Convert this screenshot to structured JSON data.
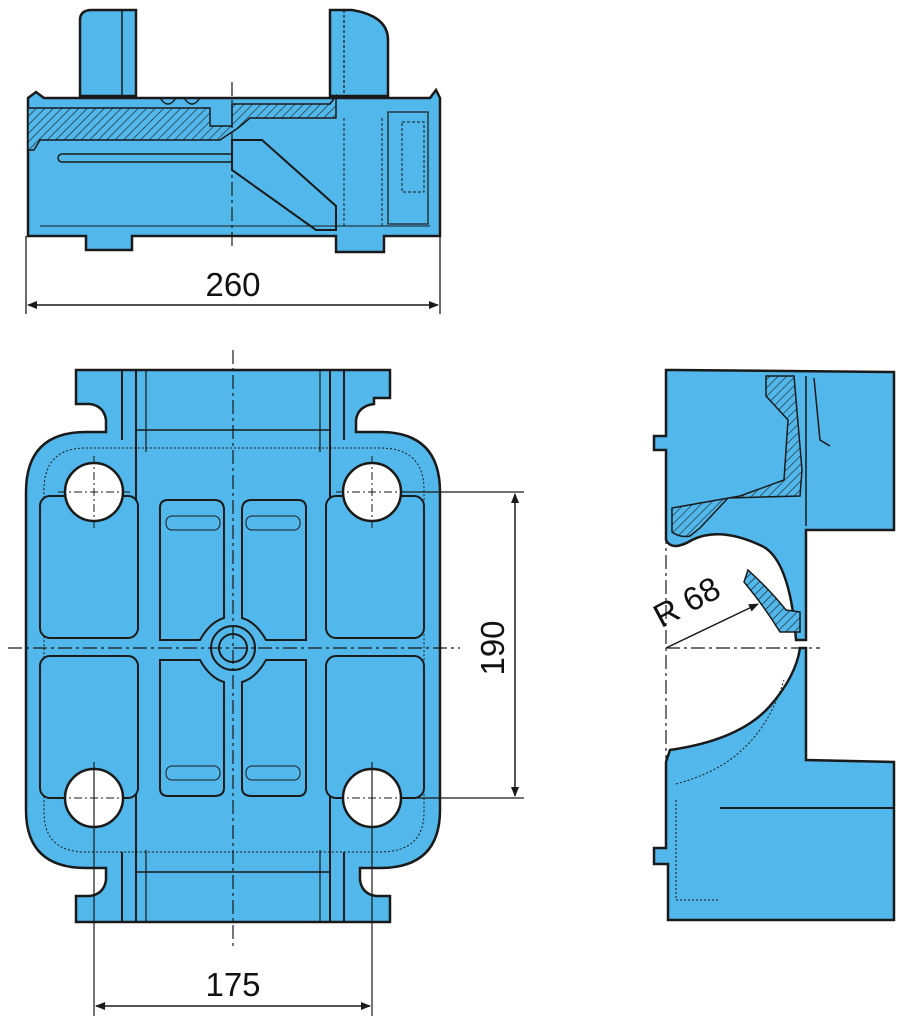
{
  "drawing": {
    "dimensions": {
      "top_width": "260",
      "vertical_spacing": "190",
      "bottom_width": "175",
      "radius": "R 68"
    },
    "colors": {
      "part_fill": "#52b7ea",
      "outline": "#1a1a1a",
      "hatch": "#1a1a1a",
      "centerline": "#1a1a1a"
    }
  }
}
